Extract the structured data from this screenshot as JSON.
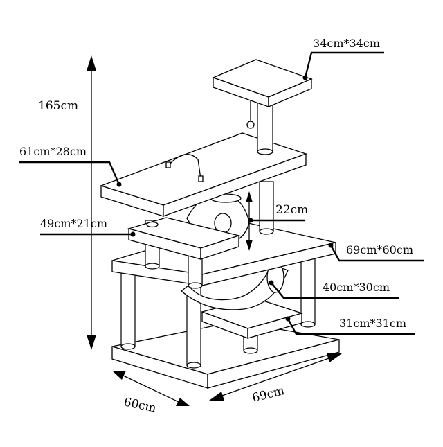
{
  "diagram": {
    "height_label": "165cm",
    "depth_label": "60cm",
    "width_label": "69cm",
    "callouts": {
      "top_perch": "34cm*34cm",
      "upper_platform": "61cm*28cm",
      "left_step": "49cm*21cm",
      "gap": "22cm",
      "main_platform": "69cm*60cm",
      "barrel_tunnel": "40cm*30cm",
      "low_step": "31cm*31cm"
    }
  }
}
